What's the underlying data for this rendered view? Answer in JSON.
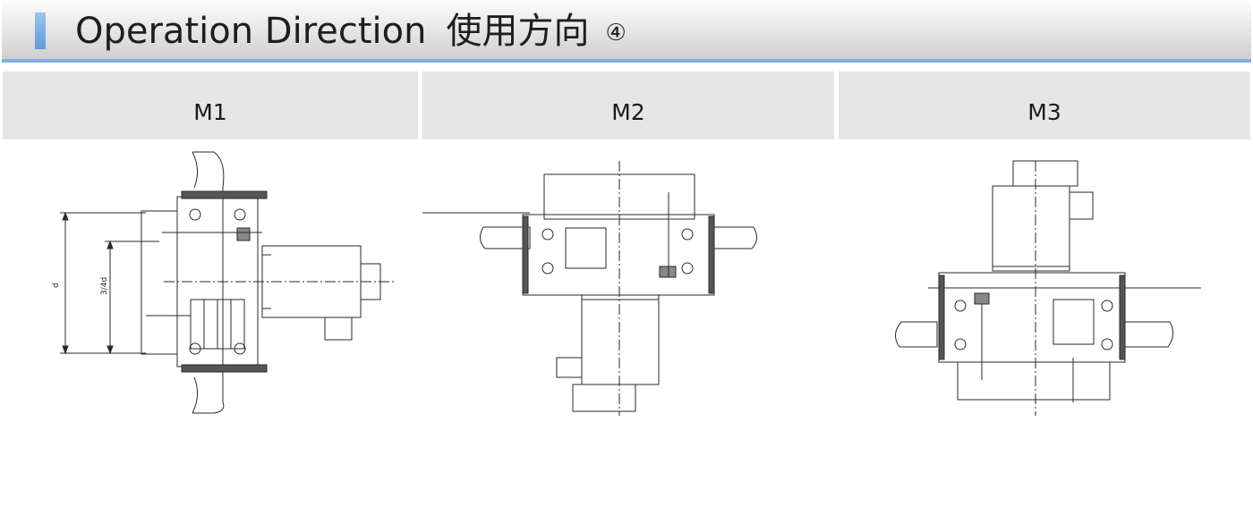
{
  "header": {
    "title_en": "Operation Direction",
    "title_cn": "使用方向",
    "page_mark": "④"
  },
  "panels": [
    {
      "label": "M1",
      "dim_outer": "d",
      "dim_inner": "3/4d"
    },
    {
      "label": "M2"
    },
    {
      "label": "M3"
    }
  ],
  "colors": {
    "accent": "#7fb0e0",
    "panel_bg": "#e6e6e6",
    "line": "#2a2a2a"
  }
}
